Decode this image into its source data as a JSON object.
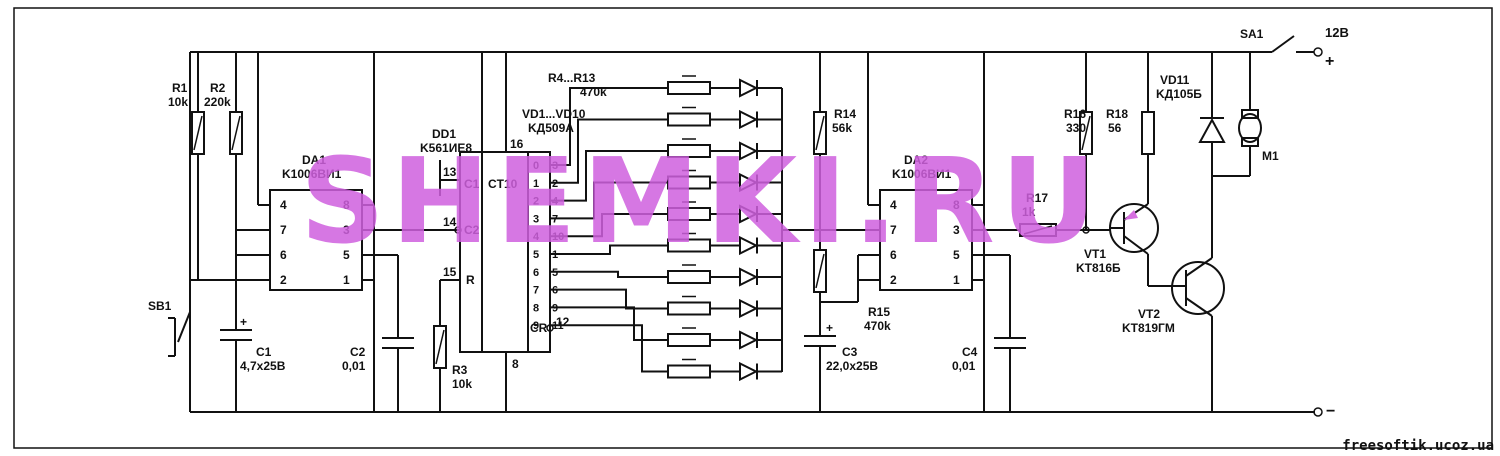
{
  "watermark": "SHEMKI.RU",
  "credit": "freesoftik.ucoz.ua",
  "supply": {
    "voltage": "12B",
    "plus": "+",
    "minus": "−"
  },
  "switch": {
    "ref": "SA1"
  },
  "button": {
    "ref": "SB1"
  },
  "resistors": {
    "R1": {
      "ref": "R1",
      "value": "10k"
    },
    "R2": {
      "ref": "R2",
      "value": "220k"
    },
    "R3": {
      "ref": "R3",
      "value": "10k"
    },
    "R4R13": {
      "ref": "R4...R13",
      "value": "470k"
    },
    "R14": {
      "ref": "R14",
      "value": "56k"
    },
    "R15": {
      "ref": "R15",
      "value": "470k"
    },
    "R16": {
      "ref": "R16",
      "value": "330"
    },
    "R17": {
      "ref": "R17",
      "value": "1k"
    },
    "R18": {
      "ref": "R18",
      "value": "56"
    }
  },
  "capacitors": {
    "C1": {
      "ref": "C1",
      "value": "4,7x25B"
    },
    "C2": {
      "ref": "C2",
      "value": "0,01"
    },
    "C3": {
      "ref": "C3",
      "value": "22,0x25B"
    },
    "C4": {
      "ref": "C4",
      "value": "0,01"
    }
  },
  "chips": {
    "DA1": {
      "ref": "DA1",
      "part": "K1006BИ1",
      "pins_left": [
        "4",
        "7",
        "6",
        "2"
      ],
      "pins_right": [
        "8",
        "3",
        "5",
        "1"
      ]
    },
    "DD1": {
      "ref": "DD1",
      "part": "K561ИE8",
      "c1": "C1",
      "c2": "C2",
      "r": "R",
      "ct": "CT10",
      "cr": "CR",
      "pin_vcc": "16",
      "pin_gnd": "8",
      "pin_c1": "13",
      "pin_c2": "14",
      "pin_r": "15",
      "pin_cr": "12",
      "outputs": [
        "0",
        "1",
        "2",
        "3",
        "4",
        "5",
        "6",
        "7",
        "8",
        "9"
      ],
      "output_pins": [
        "3",
        "2",
        "4",
        "7",
        "10",
        "1",
        "5",
        "6",
        "9",
        "11"
      ]
    },
    "DA2": {
      "ref": "DA2",
      "part": "K1006BИ1",
      "pins_left": [
        "4",
        "7",
        "6",
        "2"
      ],
      "pins_right": [
        "8",
        "3",
        "5",
        "1"
      ]
    }
  },
  "diodes": {
    "VD1VD10": {
      "ref": "VD1...VD10",
      "part": "KД509A"
    },
    "VD11": {
      "ref": "VD11",
      "part": "KД105Б"
    }
  },
  "transistors": {
    "VT1": {
      "ref": "VT1",
      "part": "KT816Б"
    },
    "VT2": {
      "ref": "VT2",
      "part": "KT819ГM"
    }
  },
  "motor": {
    "ref": "M1"
  }
}
